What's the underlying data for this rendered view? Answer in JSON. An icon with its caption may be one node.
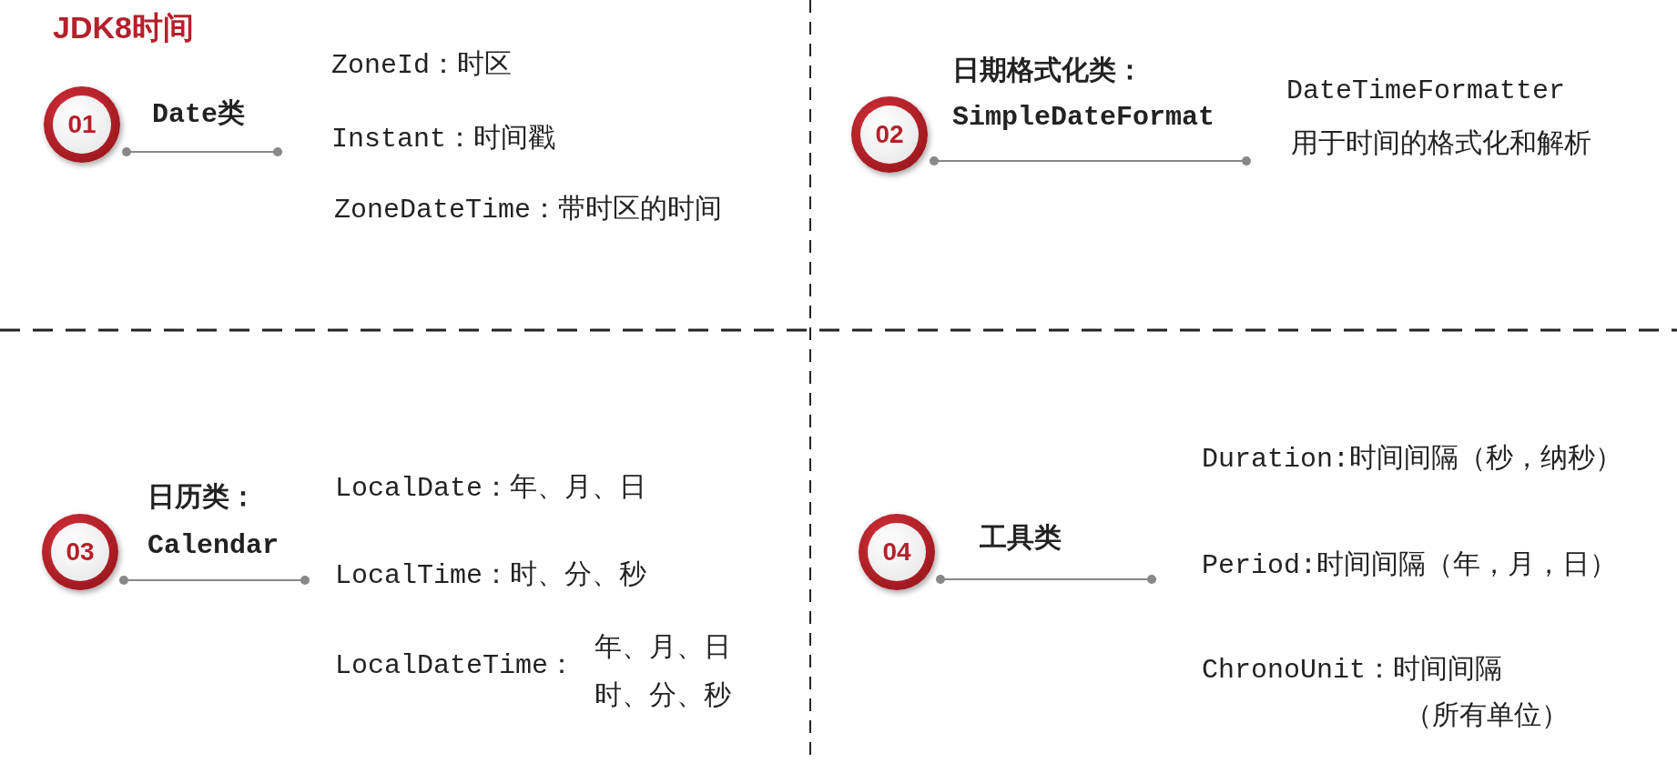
{
  "diagram": {
    "title": "JDK8时间",
    "nodes": [
      {
        "text": [
          "01"
        ],
        "beside": [
          "Date类"
        ]
      },
      {
        "text": [
          "02"
        ],
        "beside": [
          "日期格式化类：",
          "SimpleDateFormat"
        ]
      },
      {
        "text": [
          "03"
        ],
        "beside": [
          "日历类：",
          "Calendar"
        ]
      },
      {
        "text": [
          "04"
        ],
        "beside": [
          "工具类"
        ]
      }
    ],
    "edges": [],
    "labels": [
      "ZoneId：时区",
      "Instant：时间戳",
      "ZoneDateTime：带时区的时间",
      "DateTimeFormatter",
      "用于时间的格式化和解析",
      "LocalDate：年、月、日",
      "LocalTime：时、分、秒",
      "LocalDateTime：",
      "年、月、日时、分、秒",
      "Duration:时间间隔（秒，纳秒）",
      "Period:时间间隔（年，月，日）",
      "ChronoUnit：时间间隔",
      "（所有单位）"
    ]
  }
}
